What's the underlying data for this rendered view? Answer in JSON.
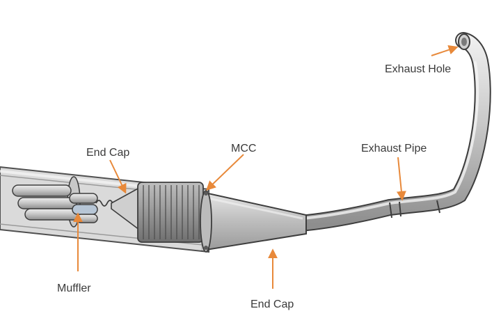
{
  "labels": {
    "exhaust_hole": "Exhaust Hole",
    "exhaust_pipe": "Exhaust Pipe",
    "mcc": "MCC",
    "end_cap_top": "End Cap",
    "muffler": "Muffler",
    "end_cap_bottom": "End Cap"
  },
  "colors": {
    "arrow": "#e8893a",
    "outline": "#3d3d3d",
    "metal_light": "#dedede",
    "metal_mid": "#b9b9b9",
    "metal_dark": "#8a8a8a"
  }
}
